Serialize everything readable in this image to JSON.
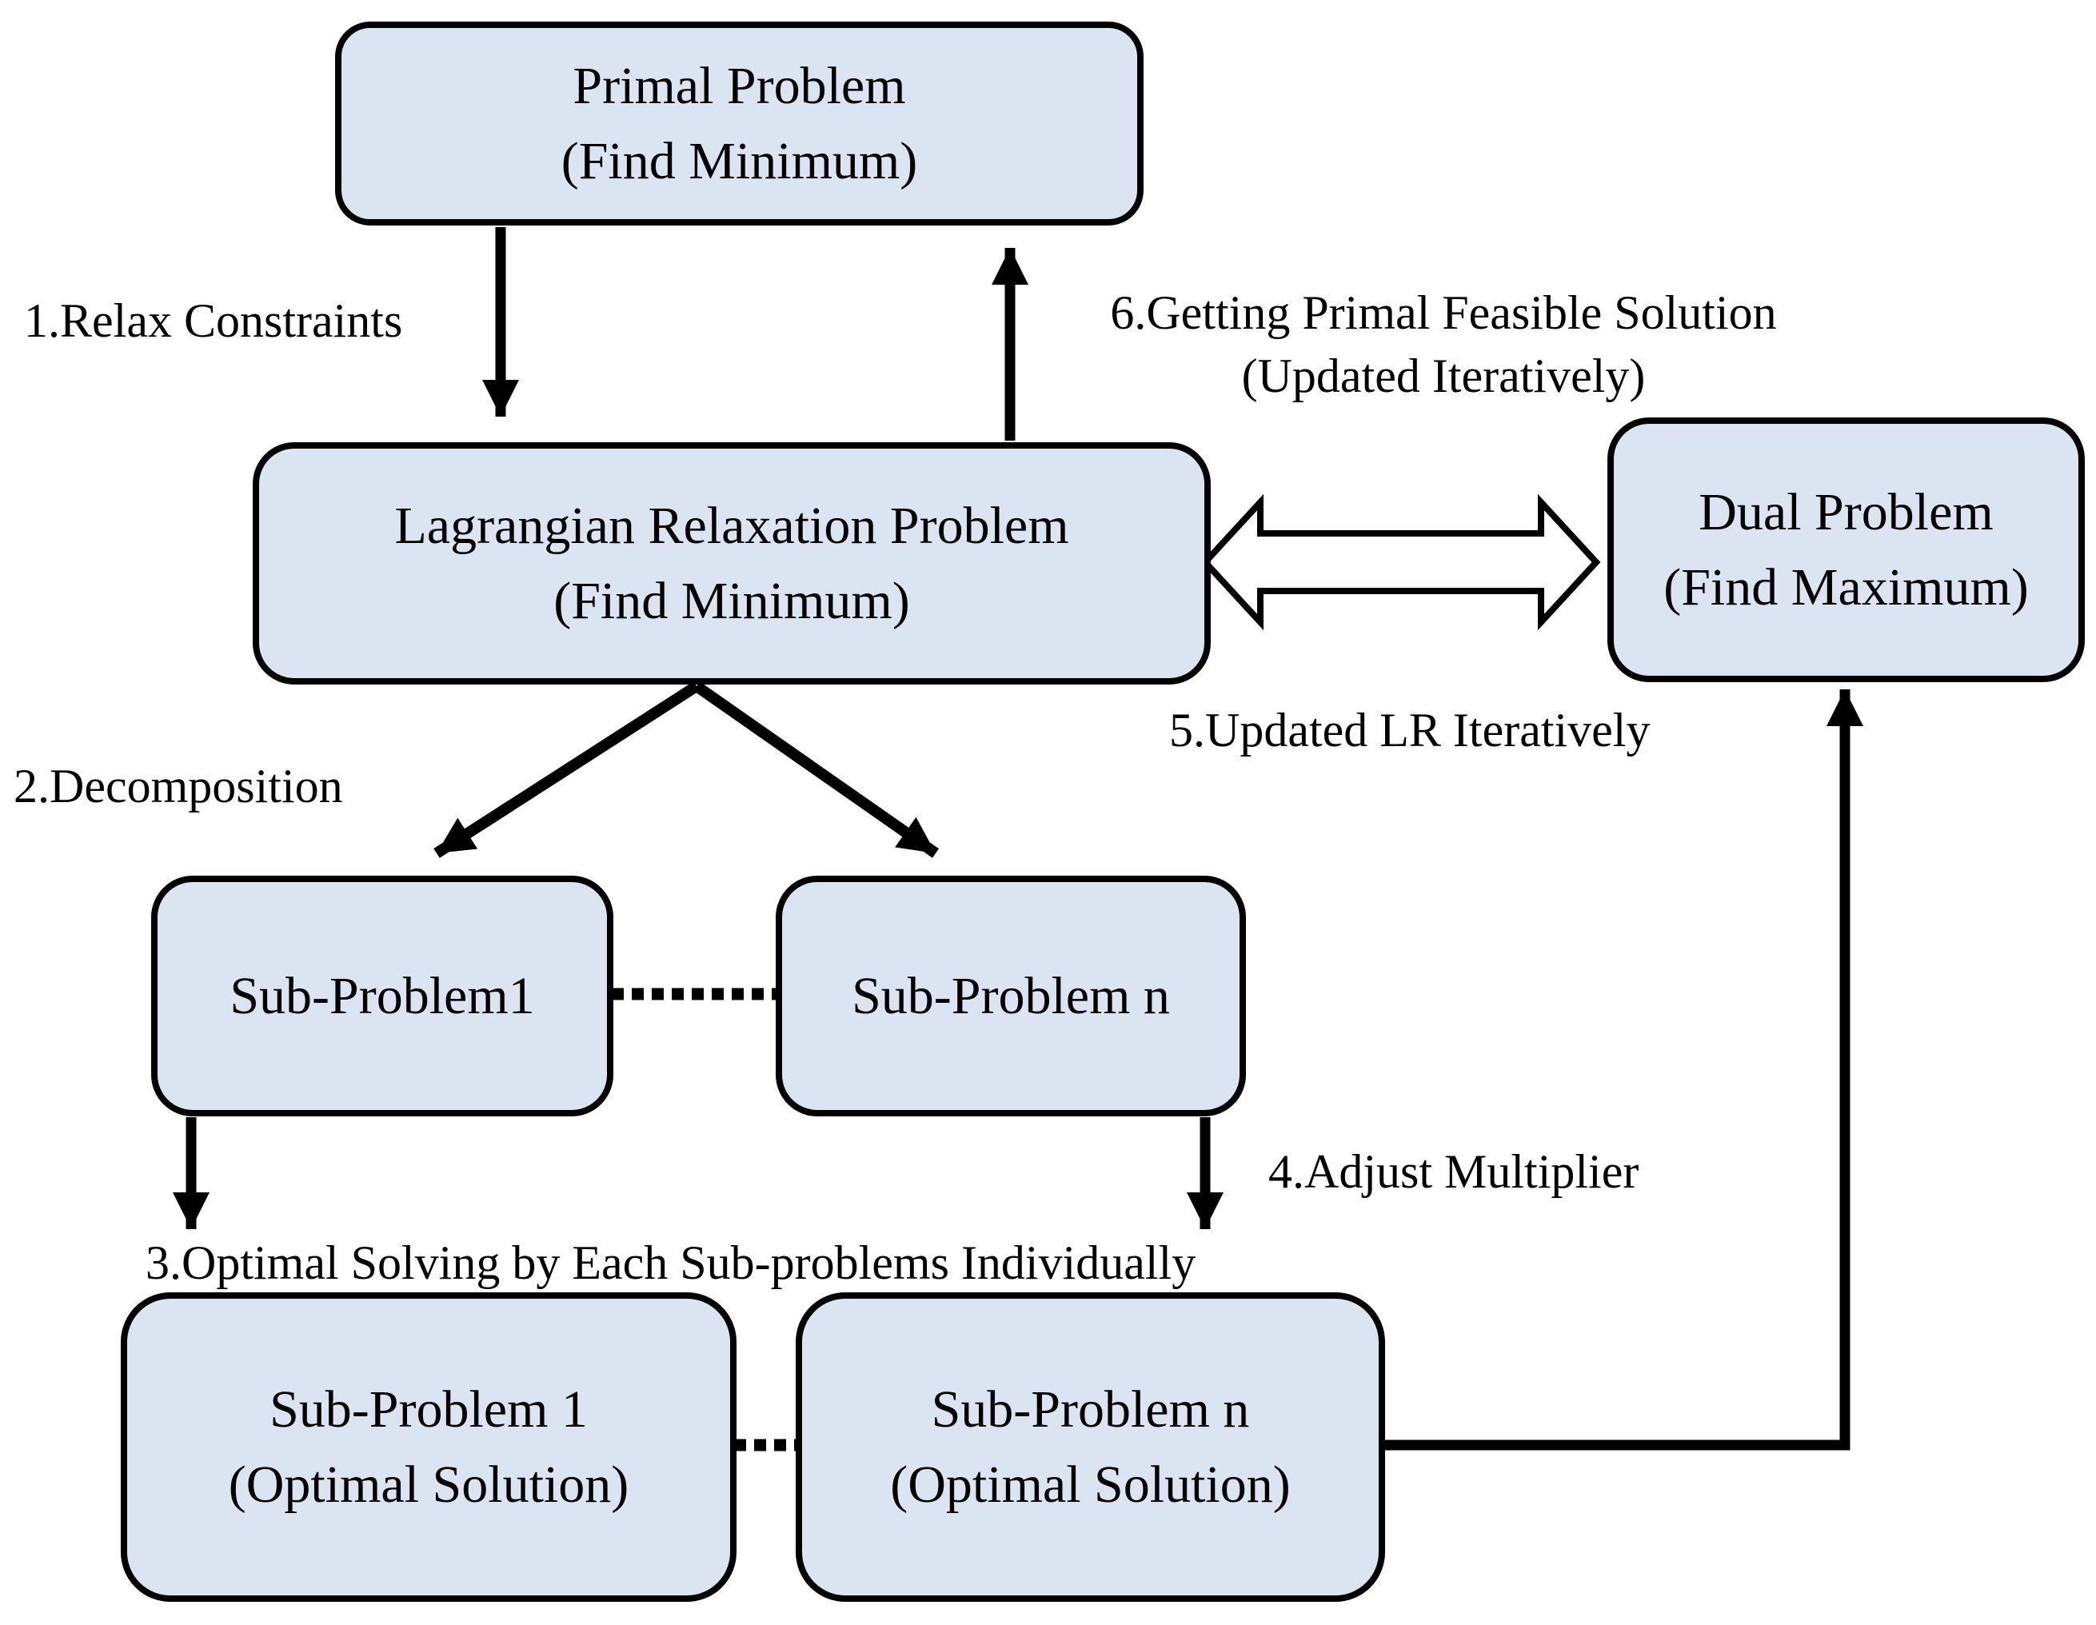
{
  "diagram": {
    "title": "Lagrangian Relaxation flowchart",
    "background_color": "#ffffff",
    "node_fill_color": "#dbe5f1",
    "node_border_color": "#000000",
    "text_color": "#000000"
  },
  "nodes": {
    "primal": {
      "line1": "Primal Problem",
      "line2": "(Find Minimum)"
    },
    "lagrangian": {
      "line1": "Lagrangian Relaxation Problem",
      "line2": "(Find Minimum)"
    },
    "dual": {
      "line1": "Dual Problem",
      "line2": "(Find Maximum)"
    },
    "sub1": {
      "line1": "Sub-Problem1"
    },
    "subn": {
      "line1": "Sub-Problem n"
    },
    "sub1_opt": {
      "line1": "Sub-Problem 1",
      "line2": "(Optimal Solution)"
    },
    "subn_opt": {
      "line1": "Sub-Problem n",
      "line2": "(Optimal Solution)"
    }
  },
  "edge_labels": {
    "relax_constraints": "1.Relax Constraints",
    "decomposition": "2.Decomposition",
    "optimal_solving": "3.Optimal Solving by Each Sub-problems Individually",
    "adjust_multiplier": "4.Adjust Multiplier",
    "updated_lr": "5.Updated LR Iteratively",
    "primal_feasible_line1": "6.Getting Primal Feasible Solution",
    "primal_feasible_line2": "(Updated Iteratively)"
  }
}
